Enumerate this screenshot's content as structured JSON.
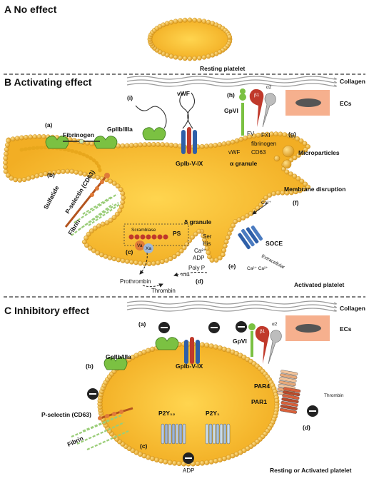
{
  "colors": {
    "platelet_fill": "#F5B82E",
    "platelet_center": "#FFD54F",
    "lipid_bead": "#E8A71C",
    "receptor_green": "#7BC142",
    "receptor_blue": "#2E5FA8",
    "receptor_red": "#C0392B",
    "endothelial": "#F4A582",
    "collagen": "#A0A0A0",
    "fibrin": "#9ACD78",
    "divider": "#555555"
  },
  "section_a": {
    "title": "A   No effect",
    "resting_platelet": "Resting platelet"
  },
  "section_b": {
    "title": "B   Activating effect",
    "collagen": "Collagen",
    "ecs": "ECs",
    "vwf": "vWF",
    "gpvi": "GpVI",
    "b1": "β1",
    "a2": "α2",
    "fibrinogen": "Fibrinogen",
    "gpiib_iiia": "GpIIb/IIIa",
    "gpib_v_ix": "GpIb-V-IX",
    "fv": "FV",
    "fxi": "FXI",
    "fibrinogen_small": "fibrinogen",
    "vwf_small": "vWF",
    "cd63": "CD63",
    "alpha_granule": "α granule",
    "microparticles": "Microparticles",
    "membrane_disruption": "Membrane disruption",
    "sulfatide": "Sulfatide",
    "p_selectin": "P-selectin (CD63)",
    "fibrin": "Fibrin",
    "scramblase": "Scramblase",
    "ps": "PS",
    "va": "Va",
    "xa": "Xa",
    "delta_granule": "δ granule",
    "ser": "Ser",
    "his": "His",
    "ca": "Ca²⁺",
    "adp": "ADP",
    "poly_p": "Poly P",
    "xiia": "XIIa",
    "prothrombin": "Prothrombin",
    "thrombin": "Thrombin",
    "soce": "SOCE",
    "extracellular": "Extracellular",
    "ca_ions": "Ca²⁺ Ca²⁺",
    "ca_inside": "Ca²⁺",
    "activated_platelet": "Activated platelet",
    "tags": {
      "i": "(i)",
      "h": "(h)",
      "a": "(a)",
      "g": "(g)",
      "b": "(b)",
      "f": "(f)",
      "c": "(c)",
      "d": "(d)",
      "e": "(e)"
    }
  },
  "section_c": {
    "title": "C   Inhibitory effect",
    "collagen": "Collagen",
    "ecs": "ECs",
    "gpiib_iiia": "GpIIb/IIIa",
    "gpib_v_ix": "GpIb-V-IX",
    "gpvi": "GpVI",
    "b1": "β1",
    "a2": "α2",
    "p_selectin": "P-selectin (CD63)",
    "fibrin": "Fibrin",
    "par4": "PAR4",
    "par1": "PAR1",
    "thrombin": "Thrombin",
    "p2y12": "P2Y₁₂",
    "p2y1": "P2Y₁",
    "adp": "ADP",
    "resting_or_activated": "Resting or Activated platelet",
    "tags": {
      "a": "(a)",
      "b": "(b)",
      "c": "(c)",
      "d": "(d)"
    }
  }
}
